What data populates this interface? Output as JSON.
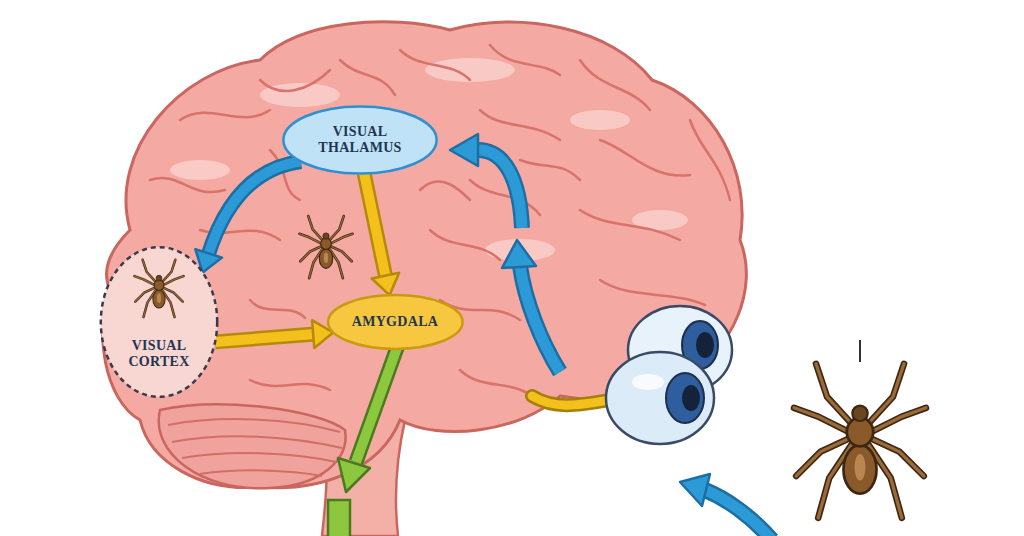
{
  "diagram": {
    "nodes": [
      {
        "text": [
          "VISUAL THALAMUS"
        ]
      },
      {
        "text": [
          "VISUAL CORTEX"
        ]
      },
      {
        "text": [
          "AMYGDALA"
        ]
      }
    ],
    "edges": [
      {
        "from": 0,
        "to": 1,
        "arrow": "to"
      },
      {
        "from": 0,
        "to": 2,
        "arrow": "to"
      },
      {
        "from": 1,
        "to": 2,
        "arrow": "to"
      }
    ]
  }
}
